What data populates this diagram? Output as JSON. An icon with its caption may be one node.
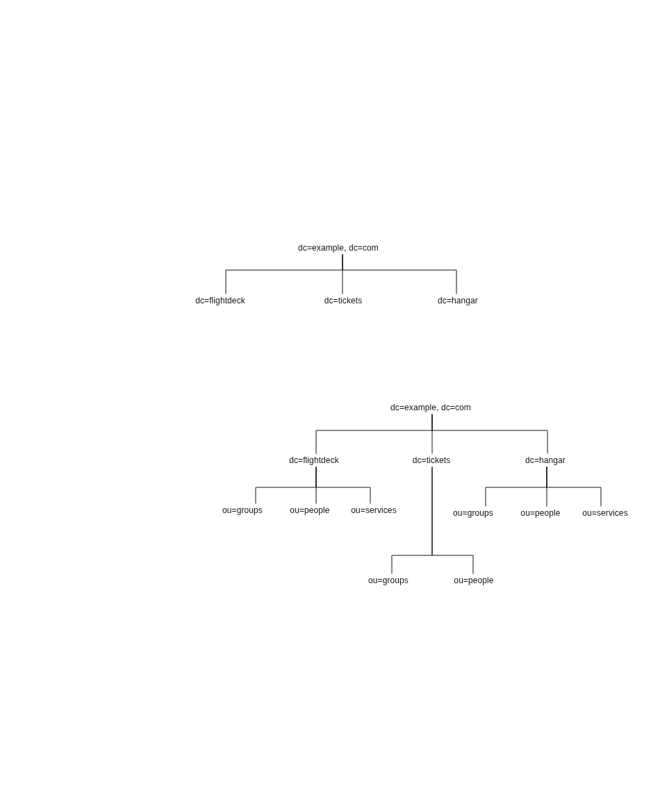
{
  "diagram": {
    "nodes": [
      {
        "text": [
          "dc=example, dc=com"
        ]
      },
      {
        "text": [
          "dc=flightdeck"
        ]
      },
      {
        "text": [
          "dc=tickets"
        ]
      },
      {
        "text": [
          "dc=hangar"
        ]
      },
      {
        "text": [
          "dc=example, dc=com"
        ]
      },
      {
        "text": [
          "dc=flightdeck"
        ]
      },
      {
        "text": [
          "dc=tickets"
        ]
      },
      {
        "text": [
          "dc=hangar"
        ]
      },
      {
        "text": [
          "ou=groups"
        ]
      },
      {
        "text": [
          "ou=people"
        ]
      },
      {
        "text": [
          "ou=services"
        ]
      },
      {
        "text": [
          "ou=groups"
        ]
      },
      {
        "text": [
          "ou=people"
        ]
      },
      {
        "text": [
          "ou=services"
        ]
      },
      {
        "text": [
          "ou=groups"
        ]
      },
      {
        "text": [
          "ou=people"
        ]
      }
    ],
    "edges": [
      {
        "from": 0,
        "to": 1,
        "arrow": "none"
      },
      {
        "from": 0,
        "to": 2,
        "arrow": "none"
      },
      {
        "from": 0,
        "to": 3,
        "arrow": "none"
      },
      {
        "from": 4,
        "to": 5,
        "arrow": "none"
      },
      {
        "from": 4,
        "to": 6,
        "arrow": "none"
      },
      {
        "from": 4,
        "to": 7,
        "arrow": "none"
      },
      {
        "from": 5,
        "to": 8,
        "arrow": "none"
      },
      {
        "from": 5,
        "to": 9,
        "arrow": "none"
      },
      {
        "from": 5,
        "to": 10,
        "arrow": "none"
      },
      {
        "from": 7,
        "to": 11,
        "arrow": "none"
      },
      {
        "from": 7,
        "to": 12,
        "arrow": "none"
      },
      {
        "from": 7,
        "to": 13,
        "arrow": "none"
      },
      {
        "from": 6,
        "to": 14,
        "arrow": "none"
      },
      {
        "from": 6,
        "to": 15,
        "arrow": "none"
      }
    ]
  }
}
